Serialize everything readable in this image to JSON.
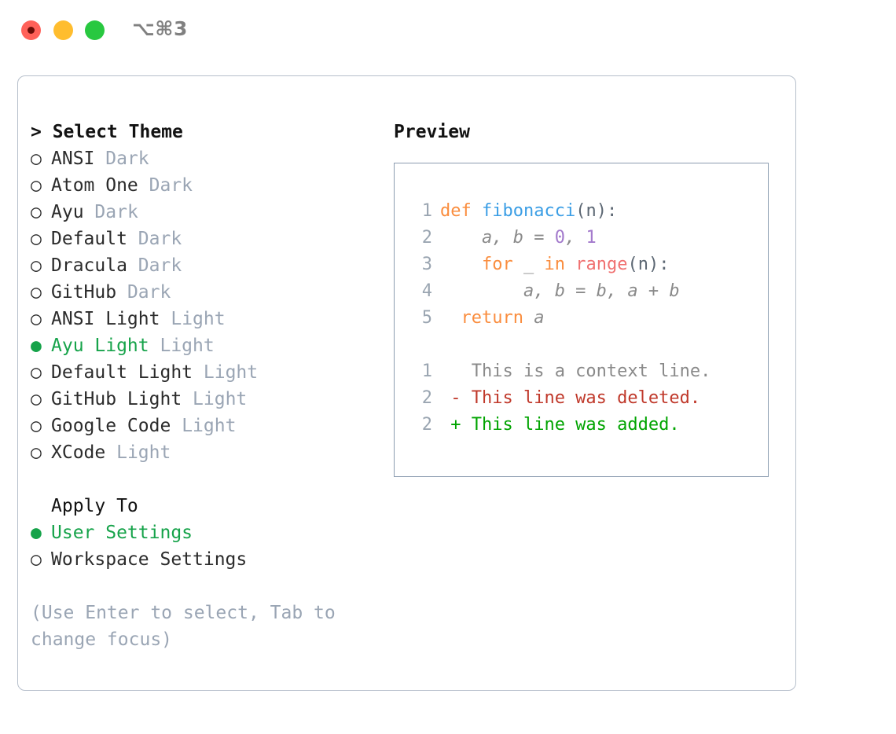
{
  "window": {
    "title": "⌥⌘3",
    "controls": [
      {
        "name": "close",
        "color": "#ff6159"
      },
      {
        "name": "minimize",
        "color": "#ffbd2e"
      },
      {
        "name": "maximize",
        "color": "#28c840"
      }
    ]
  },
  "theme_picker": {
    "heading": "> Select Theme",
    "options": [
      {
        "marker": "○",
        "label": "ANSI",
        "kind": "Dark",
        "selected": false
      },
      {
        "marker": "○",
        "label": "Atom One",
        "kind": "Dark",
        "selected": false
      },
      {
        "marker": "○",
        "label": "Ayu",
        "kind": "Dark",
        "selected": false
      },
      {
        "marker": "○",
        "label": "Default",
        "kind": "Dark",
        "selected": false
      },
      {
        "marker": "○",
        "label": "Dracula",
        "kind": "Dark",
        "selected": false
      },
      {
        "marker": "○",
        "label": "GitHub",
        "kind": "Dark",
        "selected": false
      },
      {
        "marker": "○",
        "label": "ANSI Light",
        "kind": "Light",
        "selected": false
      },
      {
        "marker": "●",
        "label": "Ayu Light",
        "kind": "Light",
        "selected": true
      },
      {
        "marker": "○",
        "label": "Default Light",
        "kind": "Light",
        "selected": false
      },
      {
        "marker": "○",
        "label": "GitHub Light",
        "kind": "Light",
        "selected": false
      },
      {
        "marker": "○",
        "label": "Google Code",
        "kind": "Light",
        "selected": false
      },
      {
        "marker": "○",
        "label": "XCode",
        "kind": "Light",
        "selected": false
      }
    ]
  },
  "apply_to": {
    "heading": "Apply To",
    "options": [
      {
        "marker": "●",
        "label": "User Settings",
        "selected": true
      },
      {
        "marker": "○",
        "label": "Workspace Settings",
        "selected": false
      }
    ]
  },
  "hint": "(Use Enter to select, Tab to change focus)",
  "preview": {
    "heading": "Preview",
    "code_lines": [
      {
        "number": "1",
        "tokens": [
          {
            "text": "def ",
            "cls": "kw"
          },
          {
            "text": "fibonacci",
            "cls": "fn"
          },
          {
            "text": "(n):",
            "cls": "punc"
          }
        ]
      },
      {
        "number": "2",
        "tokens": [
          {
            "text": "    a, b = ",
            "cls": "ident"
          },
          {
            "text": "0",
            "cls": "num"
          },
          {
            "text": ", ",
            "cls": "ident"
          },
          {
            "text": "1",
            "cls": "num"
          }
        ]
      },
      {
        "number": "3",
        "tokens": [
          {
            "text": "    for ",
            "cls": "kw"
          },
          {
            "text": "_ ",
            "cls": "ident"
          },
          {
            "text": "in ",
            "cls": "kw"
          },
          {
            "text": "range",
            "cls": "bif"
          },
          {
            "text": "(n):",
            "cls": "punc"
          }
        ]
      },
      {
        "number": "4",
        "tokens": [
          {
            "text": "        a, b = b, a + b",
            "cls": "ident"
          }
        ]
      },
      {
        "number": "5",
        "tokens": [
          {
            "text": "  return ",
            "cls": "kw"
          },
          {
            "text": "a",
            "cls": "ident"
          }
        ]
      }
    ],
    "diff_lines": [
      {
        "number": "1",
        "text": "   This is a context line.",
        "cls": "diff-ctx"
      },
      {
        "number": "2",
        "text": " - This line was deleted.",
        "cls": "diff-del"
      },
      {
        "number": "2",
        "text": " + This line was added.",
        "cls": "diff-add"
      }
    ]
  },
  "colors": {
    "accent_green": "#16a34a",
    "muted": "#9aa5b4",
    "keyword": "#fa8d3e",
    "function": "#3b9ee5",
    "number": "#a37acc",
    "builtin": "#f07171",
    "diff_delete": "#c0392b",
    "diff_add": "#00a400",
    "panel_border": "#8b9cb0",
    "card_border": "#b6bfcb"
  }
}
